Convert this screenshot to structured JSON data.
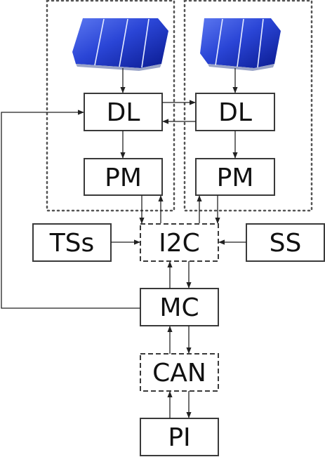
{
  "blocks": {
    "dl_left": "DL",
    "dl_right": "DL",
    "pm_left": "PM",
    "pm_right": "PM",
    "tss": "TSs",
    "i2c": "I2C",
    "ss": "SS",
    "mc": "MC",
    "can": "CAN",
    "pi": "PI"
  },
  "colors": {
    "stroke": "#3a3a3a",
    "dotted_border": "#555555",
    "panel_dark": "#0a1a8f",
    "panel_mid": "#2a45d6",
    "panel_light": "#5b77f0"
  }
}
